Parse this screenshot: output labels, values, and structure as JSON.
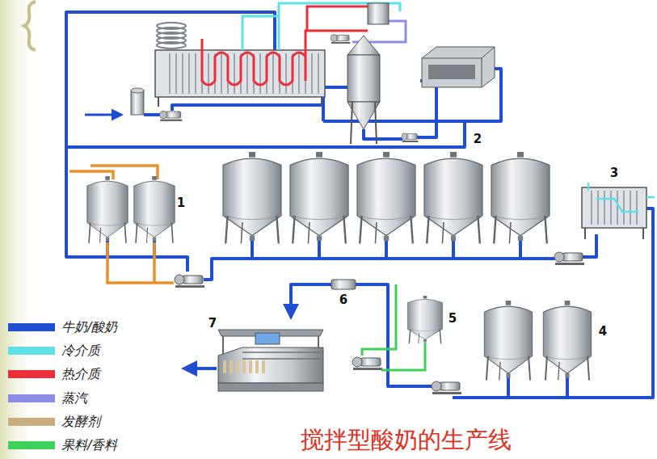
{
  "diagram": {
    "title": "搅拌型酸奶的生产线",
    "labels": [
      "1",
      "2",
      "3",
      "4",
      "5",
      "6",
      "7"
    ],
    "legend": [
      {
        "text": "牛奶/酸奶",
        "color": "#1f4fd0"
      },
      {
        "text": "冷介质",
        "color": "#5ee0e6"
      },
      {
        "text": "热介质",
        "color": "#e8303a"
      },
      {
        "text": "蒸汽",
        "color": "#8c8ee6"
      },
      {
        "text": "发酵剂",
        "color": "#c9ad7f"
      },
      {
        "text": "果料/香料",
        "color": "#3ed05a"
      }
    ]
  }
}
